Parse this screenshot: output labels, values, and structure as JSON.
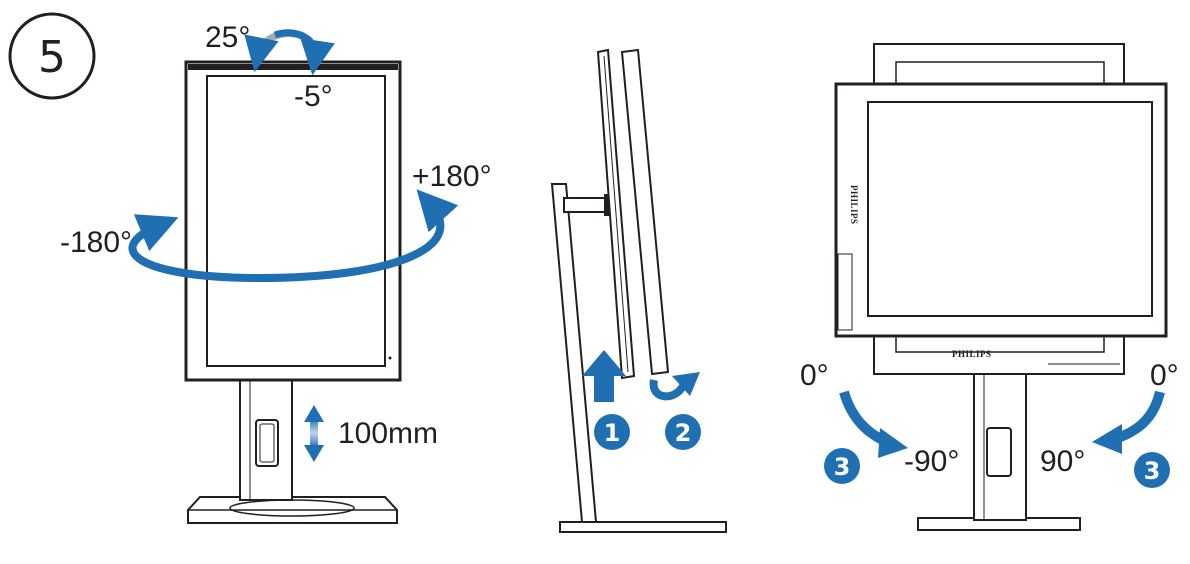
{
  "step_number": "5",
  "tilt": {
    "up": "25°",
    "down": "-5°"
  },
  "swivel": {
    "left": "-180°",
    "right": "+180°"
  },
  "height": {
    "range": "100mm"
  },
  "pivot": {
    "left_start": "0°",
    "right_start": "0°",
    "left_end": "-90°",
    "right_end": "90°"
  },
  "badges": {
    "one": "1",
    "two": "2",
    "three_left": "3",
    "three_right": "3"
  },
  "brand_name": "PHILIPS",
  "colors": {
    "accent_blue": "#1f6fb2",
    "line": "#231f20",
    "gray_arrow": "#a7a9ac"
  },
  "icons": [
    "tilt-arrow-icon",
    "swivel-arrow-icon",
    "height-arrow-icon",
    "up-arrow-icon",
    "rotate-arrow-icon",
    "pivot-arrow-icon"
  ]
}
